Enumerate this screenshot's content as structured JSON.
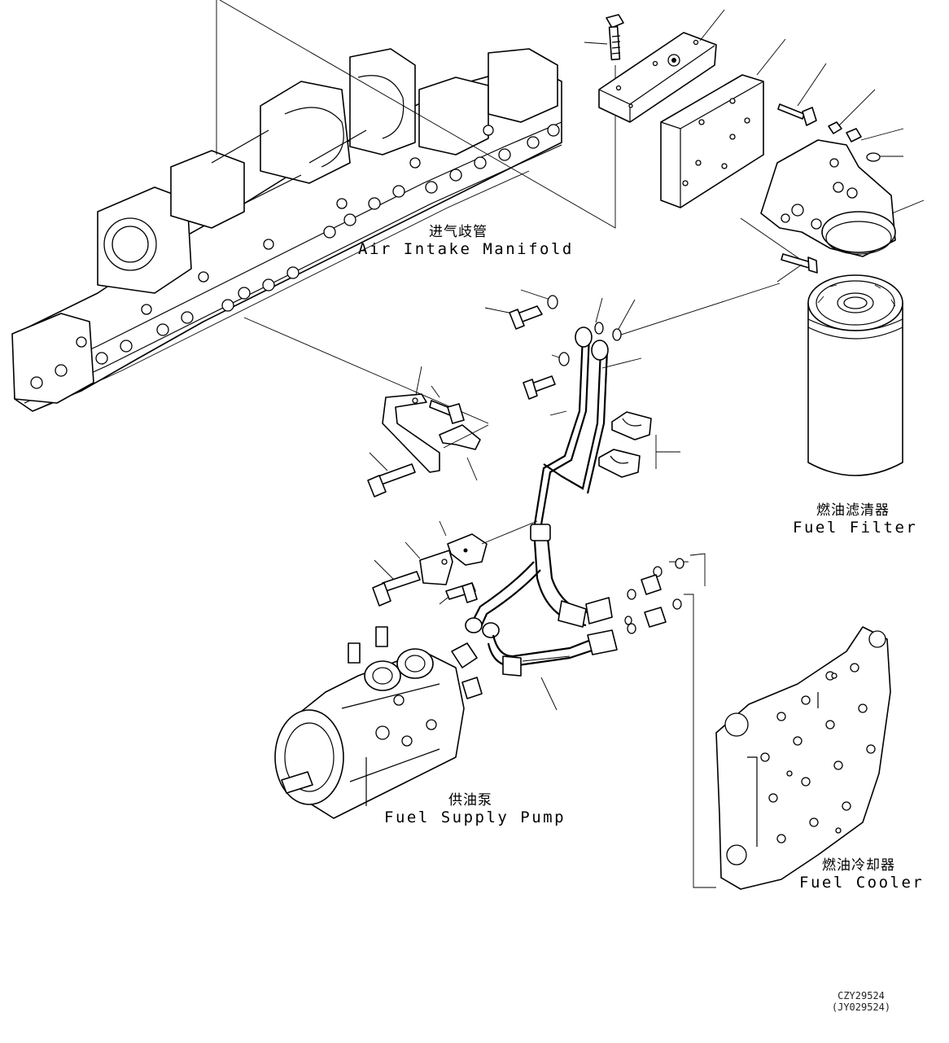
{
  "labels": {
    "air_intake_manifold": {
      "zh": "进气歧管",
      "en": "Air Intake Manifold"
    },
    "fuel_filter": {
      "zh": "燃油滤清器",
      "en": "Fuel Filter"
    },
    "fuel_supply_pump": {
      "zh": "供油泵",
      "en": "Fuel Supply Pump"
    },
    "fuel_cooler": {
      "zh": "燃油冷却器",
      "en": "Fuel Cooler"
    }
  },
  "drawing_codes": {
    "primary": "CZY29524",
    "secondary": "(JY029524)"
  }
}
